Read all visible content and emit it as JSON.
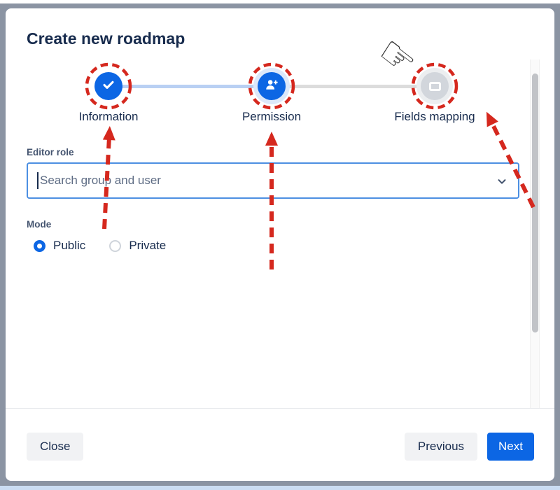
{
  "window": {
    "backdrop_color": "#8B94A3",
    "page_strip_color": "#CBDDF3"
  },
  "modal": {
    "title": "Create new roadmap",
    "stepper": {
      "steps": [
        {
          "label": "Information",
          "icon": "check-icon",
          "state": "completed",
          "circle_color": "#0C66E4"
        },
        {
          "label": "Permission",
          "icon": "add-user-icon",
          "state": "current",
          "circle_color": "#0C66E4"
        },
        {
          "label": "Fields mapping",
          "icon": "rounded-rect-icon",
          "state": "upcoming",
          "circle_color": "#D2D6DC"
        }
      ],
      "connector_done_color": "#B9D0F3",
      "connector_todo_color": "#DCDCDC"
    },
    "form": {
      "editor_role": {
        "label": "Editor role",
        "placeholder": "Search group and user",
        "value": ""
      },
      "mode": {
        "label": "Mode",
        "options": [
          {
            "label": "Public",
            "selected": true
          },
          {
            "label": "Private",
            "selected": false
          }
        ]
      }
    },
    "footer": {
      "close": "Close",
      "previous": "Previous",
      "next": "Next"
    }
  },
  "annotations": {
    "color": "#D5281E",
    "highlighted_steps": [
      "Information",
      "Permission",
      "Fields mapping"
    ],
    "cursor_glyph": "☞",
    "cursor_name": "hand-pointer"
  },
  "colors": {
    "accent_blue": "#0C66E4",
    "title_text": "#172B4D",
    "label_text": "#44546F",
    "placeholder_text": "#5E6C84",
    "input_focus_border": "#4C8FE2",
    "secondary_button_bg": "#F1F2F4"
  }
}
